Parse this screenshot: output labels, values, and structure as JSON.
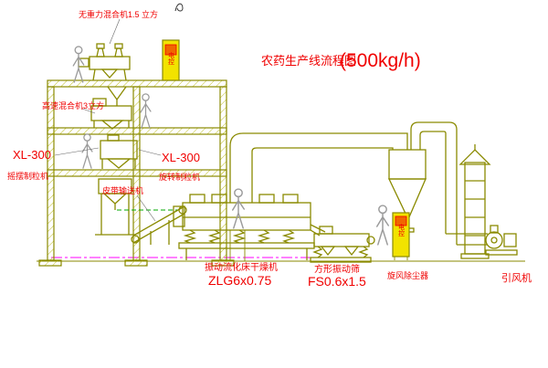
{
  "title": {
    "main": "农药生产线流程图",
    "capacity": "(500kg/h)"
  },
  "labels": {
    "gravity_mixer": "无重力混合机1.5 立方",
    "high_speed_mixer": "高速混合机3立方",
    "left_granulator_model": "XL-300",
    "left_granulator_name": "摇摆制粒机",
    "mid_granulator_model": "XL-300",
    "mid_granulator_name": "旋转制粒机",
    "belt_conveyor": "皮带输送机",
    "fluid_bed_dryer": "振动流化床干燥机",
    "fluid_bed_dryer_model": "ZLG6x0.75",
    "square_sieve": "方形振动筛",
    "square_sieve_model": "FS0.6x1.5",
    "cyclone": "旋风除尘器",
    "induced_draft_fan": "引风机",
    "control_cabinet_top": "电控",
    "control_cabinet_right": "电控"
  },
  "colors": {
    "line_color": "#8a8a00",
    "accent_red": "#f00000",
    "cabinet_fill": "#f2e300",
    "centerline_color": "#ff00ff",
    "conveyor_line_color": "#00aa00"
  }
}
